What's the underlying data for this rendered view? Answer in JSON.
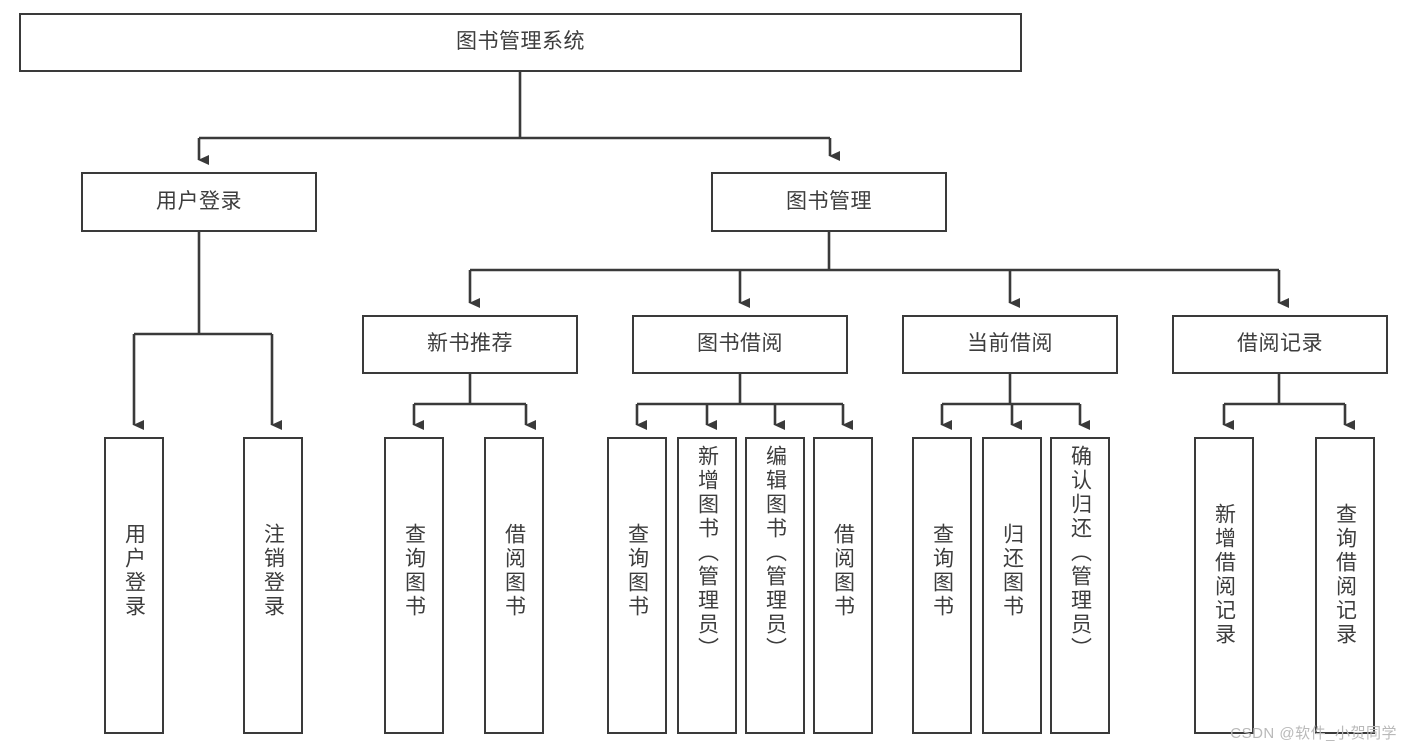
{
  "diagram": {
    "type": "tree",
    "title": "图书管理系统",
    "watermark": "CSDN @软件_小贺同学",
    "colors": {
      "box_border": "#3a3a3a",
      "box_fill": "#ffffff",
      "text": "#3d3d3d",
      "connector": "#3a3a3a",
      "watermark": "#b9b9b9"
    },
    "levels": {
      "root": {
        "label": "图书管理系统"
      },
      "level2": [
        {
          "label": "用户登录"
        },
        {
          "label": "图书管理"
        }
      ],
      "level3": [
        {
          "label": "新书推荐"
        },
        {
          "label": "图书借阅"
        },
        {
          "label": "当前借阅"
        },
        {
          "label": "借阅记录"
        }
      ]
    },
    "leaves": {
      "user_login": [
        {
          "label": "用户登录"
        },
        {
          "label": "注销登录"
        }
      ],
      "new_book_recommend": [
        {
          "label": "查询图书"
        },
        {
          "label": "借阅图书"
        }
      ],
      "book_borrow": [
        {
          "label": "查询图书"
        },
        {
          "label": "新增图书（管理员）"
        },
        {
          "label": "编辑图书（管理员）"
        },
        {
          "label": "借阅图书"
        }
      ],
      "current_borrow": [
        {
          "label": "查询图书"
        },
        {
          "label": "归还图书"
        },
        {
          "label": "确认归还（管理员）"
        }
      ],
      "borrow_record": [
        {
          "label": "新增借阅记录"
        },
        {
          "label": "查询借阅记录"
        }
      ]
    }
  }
}
